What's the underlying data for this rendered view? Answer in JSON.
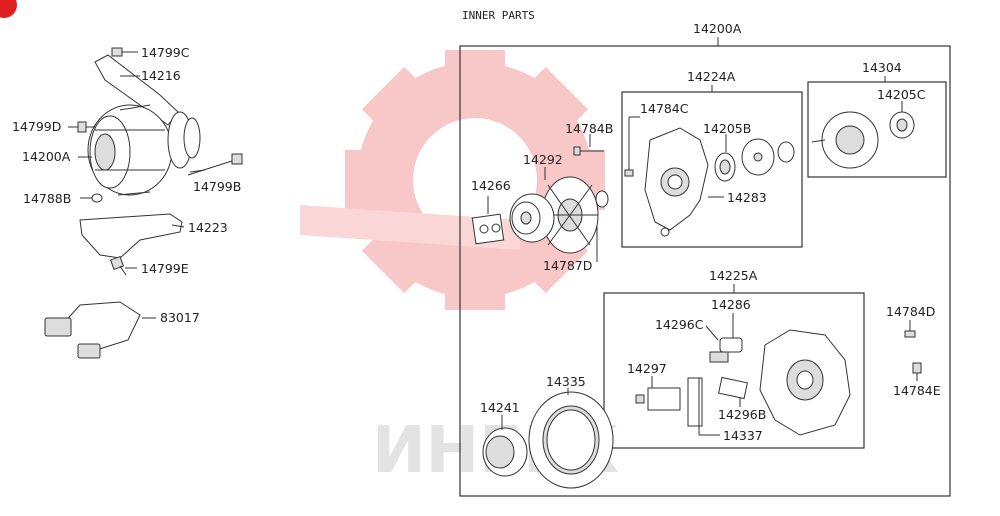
{
  "header": {
    "inner_parts": "INNER PARTS"
  },
  "watermark": {
    "text": "ИНЕЕК",
    "color": "#f08080"
  },
  "badge": {
    "color": "#e02020"
  },
  "labels": {
    "p14799C": "14799C",
    "p14216": "14216",
    "p14799D": "14799D",
    "p14200A_left": "14200A",
    "p14799B": "14799B",
    "p14788B": "14788B",
    "p14223": "14223",
    "p14799E": "14799E",
    "p83017": "83017",
    "p14200A_top": "14200A",
    "p14224A": "14224A",
    "p14304": "14304",
    "p14784C": "14784C",
    "p14205B": "14205B",
    "p14205C": "14205C",
    "p14784B": "14784B",
    "p14292": "14292",
    "p14266": "14266",
    "p14283": "14283",
    "p14787D": "14787D",
    "p14225A": "14225A",
    "p14286": "14286",
    "p14296C": "14296C",
    "p14784D": "14784D",
    "p14297": "14297",
    "p14335": "14335",
    "p14784E": "14784E",
    "p14296B": "14296B",
    "p14241": "14241",
    "p14337": "14337"
  }
}
